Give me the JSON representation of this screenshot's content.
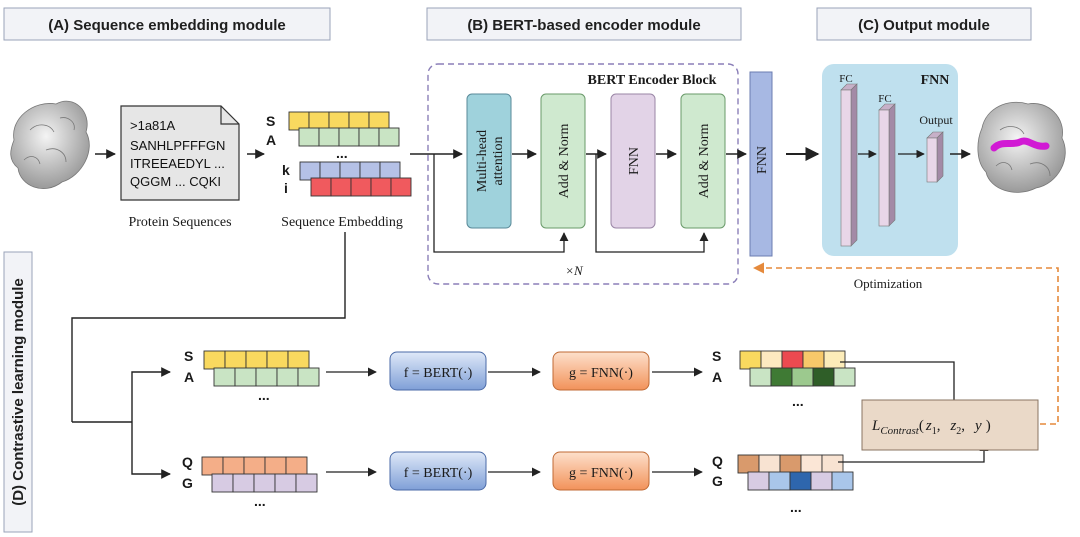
{
  "headers": {
    "a": "(A) Sequence embedding module",
    "b": "(B) BERT-based encoder module",
    "c": "(C) Output module",
    "d": "(D) Contrastive learning module"
  },
  "document": {
    "line1": ">1a81A",
    "line2": "SANHLPFFFGN",
    "line3": "ITREEAEDYL ...",
    "line4": "QGGM ... CQKI"
  },
  "captions": {
    "protein_sequences": "Protein Sequences",
    "sequence_embedding": "Sequence Embedding",
    "optimization": "Optimization"
  },
  "embedding_letters": {
    "s": "S",
    "a": "A",
    "k": "k",
    "i": "i",
    "q": "Q",
    "g": "G",
    "ellipsis": "..."
  },
  "bert_block": {
    "title": "BERT Encoder Block",
    "multihead": [
      "Multi-head",
      "attention"
    ],
    "add_norm": "Add & Norm",
    "fnn": "FNN",
    "repeat": "×N"
  },
  "fnn_outer": "FNN",
  "output_module": {
    "title": "FNN",
    "fc1": "FC",
    "fc2": "FC",
    "output": "Output"
  },
  "contrastive": {
    "f_label": "f = BERT(·)",
    "g_label": "g = FNN(·)",
    "loss": {
      "L": "L",
      "sub": "Contrast",
      "args_open": "(",
      "z1": "z",
      "z1sub": "1",
      "z2": "z",
      "z2sub": "2",
      "y": "y",
      "close": ")"
    }
  },
  "colors": {
    "yellow": "#f9d95f",
    "green": "#c9e4c4",
    "blue": "#b5c1e6",
    "red": "#f05a5e",
    "orange": "#f4ae88",
    "lilac": "#d7cbe3",
    "header_bg": "#f2f3f7",
    "fnn_bg": "#bfe0ee",
    "attention": "#9fd2dc",
    "addnorm": "#cfe9cf",
    "fnn_inner": "#e2d3e7",
    "fnn_outer": "#a7b8e3",
    "f_box": "#7f9fd7",
    "g_box": "#f2925a",
    "loss_box": "#ead9c8",
    "magenta": "#d11ad4",
    "dash_purple": "#8b7fb8",
    "dash_orange": "#e58a3c"
  }
}
